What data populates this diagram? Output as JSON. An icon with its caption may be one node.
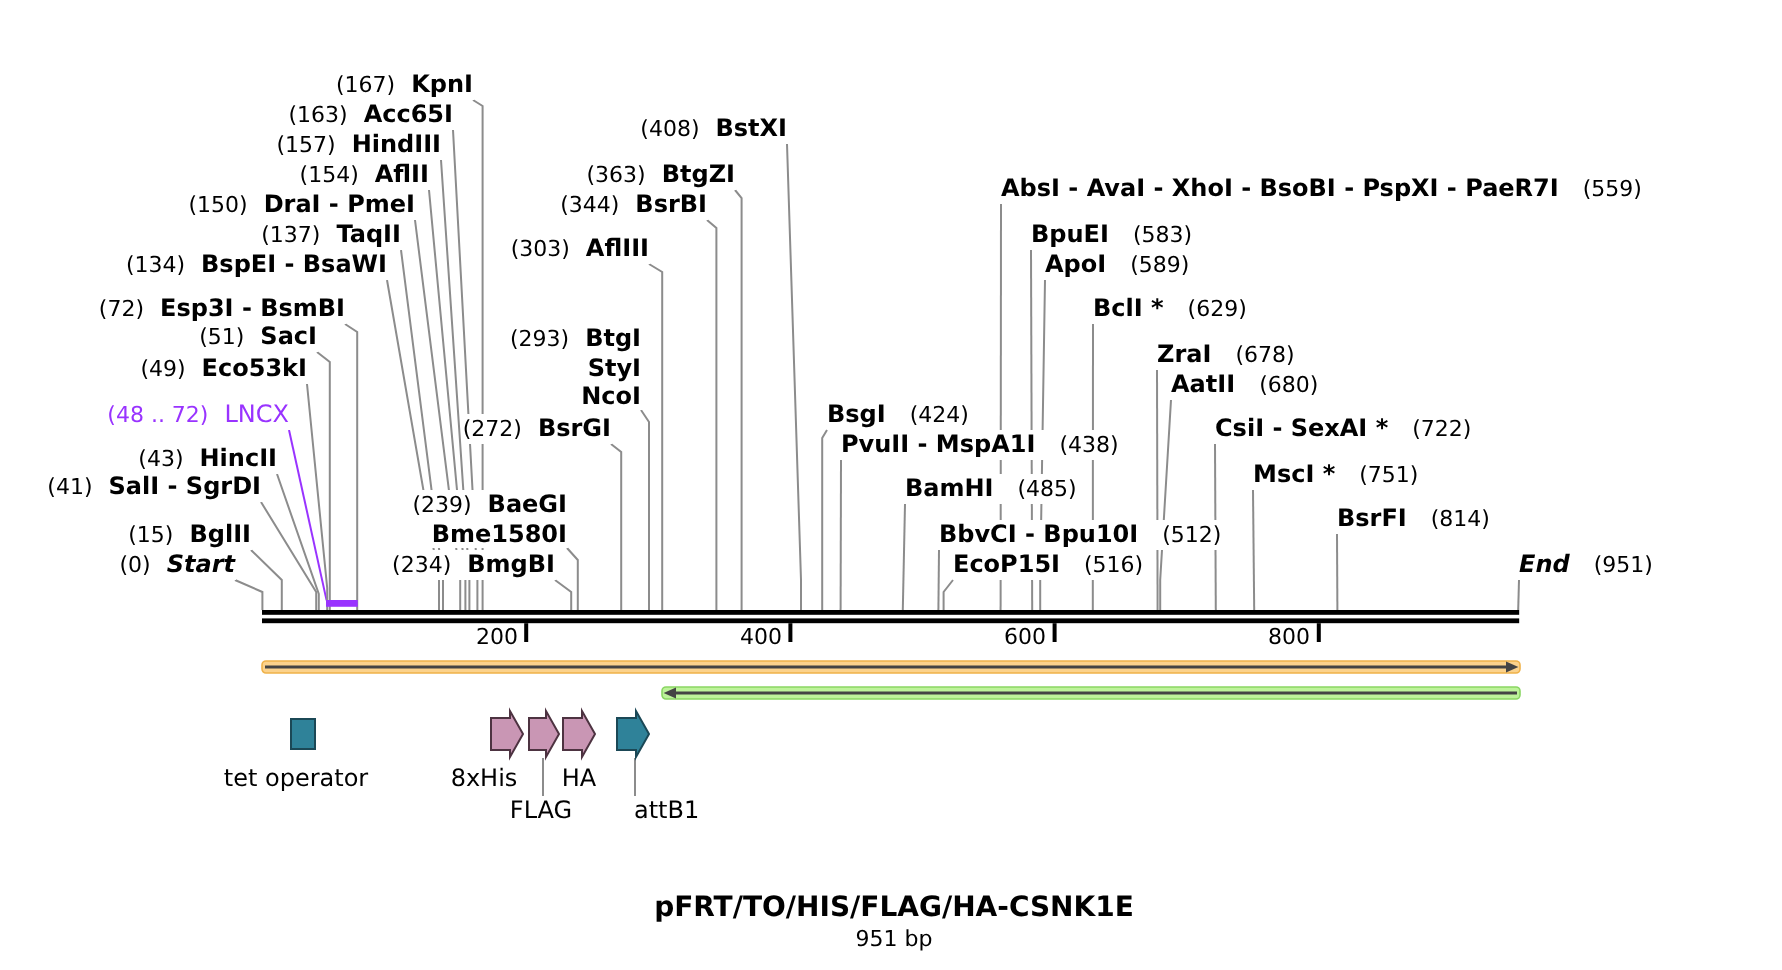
{
  "diagram": {
    "title": "pFRT/TO/HIS/FLAG/HA-CSNK1E",
    "nodes": [
      {
        "text": [
          "(0)",
          "Start"
        ]
      },
      {
        "text": [
          "(15)",
          "BglII"
        ]
      },
      {
        "text": [
          "(41)",
          "SalI - SgrDI"
        ]
      },
      {
        "text": [
          "(43)",
          "HincII"
        ]
      },
      {
        "text": [
          "(48 .. 72)",
          "LNCX"
        ]
      },
      {
        "text": [
          "(49)",
          "Eco53kI"
        ]
      },
      {
        "text": [
          "(51)",
          "SacI"
        ]
      },
      {
        "text": [
          "(72)",
          "Esp3I - BsmBI"
        ]
      },
      {
        "text": [
          "(134)",
          "BspEI - BsaWI"
        ]
      },
      {
        "text": [
          "(137)",
          "TaqII"
        ]
      },
      {
        "text": [
          "(150)",
          "DraI - PmeI"
        ]
      },
      {
        "text": [
          "(154)",
          "AflII"
        ]
      },
      {
        "text": [
          "(157)",
          "HindIII"
        ]
      },
      {
        "text": [
          "(163)",
          "Acc65I"
        ]
      },
      {
        "text": [
          "(167)",
          "KpnI"
        ]
      },
      {
        "text": [
          "(234)",
          "BmgBI"
        ]
      },
      {
        "text": [
          "(239)",
          "BaeGI",
          "Bme1580I"
        ]
      },
      {
        "text": [
          "(272)",
          "BsrGI"
        ]
      },
      {
        "text": [
          "(293)",
          "BtgI",
          "StyI",
          "NcoI"
        ]
      },
      {
        "text": [
          "(303)",
          "AflIII"
        ]
      },
      {
        "text": [
          "(344)",
          "BsrBI"
        ]
      },
      {
        "text": [
          "(363)",
          "BtgZI"
        ]
      },
      {
        "text": [
          "(408)",
          "BstXI"
        ]
      },
      {
        "text": [
          "BsgI",
          "(424)"
        ]
      },
      {
        "text": [
          "PvuII - MspA1I",
          "(438)"
        ]
      },
      {
        "text": [
          "BamHI",
          "(485)"
        ]
      },
      {
        "text": [
          "BbvCI - Bpu10I",
          "(512)"
        ]
      },
      {
        "text": [
          "EcoP15I",
          "(516)"
        ]
      },
      {
        "text": [
          "AbsI - AvaI - XhoI - BsoBI - PspXI - PaeR7I",
          "(559)"
        ]
      },
      {
        "text": [
          "BpuEI",
          "(583)"
        ]
      },
      {
        "text": [
          "ApoI",
          "(589)"
        ]
      },
      {
        "text": [
          "BclI *",
          "(629)"
        ]
      },
      {
        "text": [
          "ZraI",
          "(678)"
        ]
      },
      {
        "text": [
          "AatII",
          "(680)"
        ]
      },
      {
        "text": [
          "CsiI - SexAI *",
          "(722)"
        ]
      },
      {
        "text": [
          "MscI *",
          "(751)"
        ]
      },
      {
        "text": [
          "BsrFI",
          "(814)"
        ]
      },
      {
        "text": [
          "End",
          "(951)"
        ]
      },
      {
        "text": [],
        "shape": "bar"
      },
      {
        "text": [],
        "shape": "bar"
      },
      {
        "text": [],
        "shape": "arrow"
      },
      {
        "text": [],
        "shape": "arrow"
      },
      {
        "text": [],
        "shape": "box"
      },
      {
        "text": [],
        "shape": "arrow"
      },
      {
        "text": [],
        "shape": "arrow"
      },
      {
        "text": [],
        "shape": "arrow"
      },
      {
        "text": [],
        "shape": "arrow"
      },
      {
        "text": [
          "tet operator"
        ]
      },
      {
        "text": [
          "8xHis"
        ]
      },
      {
        "text": [
          "HA"
        ]
      },
      {
        "text": [
          "FLAG"
        ]
      },
      {
        "text": [
          "attB1"
        ]
      }
    ],
    "edges": [
      {
        "from": 0,
        "to": 38,
        "arrow": "none"
      },
      {
        "from": 1,
        "to": 38,
        "arrow": "none"
      },
      {
        "from": 2,
        "to": 38,
        "arrow": "none"
      },
      {
        "from": 3,
        "to": 38,
        "arrow": "none"
      },
      {
        "from": 4,
        "to": 39,
        "arrow": "none",
        "color": "#9933ff"
      },
      {
        "from": 5,
        "to": 38,
        "arrow": "none"
      },
      {
        "from": 6,
        "to": 38,
        "arrow": "none"
      },
      {
        "from": 7,
        "to": 38,
        "arrow": "none"
      },
      {
        "from": 8,
        "to": 38,
        "arrow": "none"
      },
      {
        "from": 9,
        "to": 38,
        "arrow": "none"
      },
      {
        "from": 10,
        "to": 38,
        "arrow": "none"
      },
      {
        "from": 11,
        "to": 38,
        "arrow": "none"
      },
      {
        "from": 12,
        "to": 38,
        "arrow": "none"
      },
      {
        "from": 13,
        "to": 38,
        "arrow": "none"
      },
      {
        "from": 14,
        "to": 38,
        "arrow": "none"
      },
      {
        "from": 15,
        "to": 38,
        "arrow": "none"
      },
      {
        "from": 16,
        "to": 38,
        "arrow": "none"
      },
      {
        "from": 17,
        "to": 38,
        "arrow": "none"
      },
      {
        "from": 18,
        "to": 38,
        "arrow": "none"
      },
      {
        "from": 19,
        "to": 38,
        "arrow": "none"
      },
      {
        "from": 20,
        "to": 38,
        "arrow": "none"
      },
      {
        "from": 21,
        "to": 38,
        "arrow": "none"
      },
      {
        "from": 22,
        "to": 38,
        "arrow": "none"
      },
      {
        "from": 23,
        "to": 38,
        "arrow": "none"
      },
      {
        "from": 24,
        "to": 38,
        "arrow": "none"
      },
      {
        "from": 25,
        "to": 38,
        "arrow": "none"
      },
      {
        "from": 26,
        "to": 38,
        "arrow": "none"
      },
      {
        "from": 27,
        "to": 38,
        "arrow": "none"
      },
      {
        "from": 28,
        "to": 38,
        "arrow": "none"
      },
      {
        "from": 29,
        "to": 38,
        "arrow": "none"
      },
      {
        "from": 30,
        "to": 38,
        "arrow": "none"
      },
      {
        "from": 31,
        "to": 38,
        "arrow": "none"
      },
      {
        "from": 32,
        "to": 38,
        "arrow": "none"
      },
      {
        "from": 33,
        "to": 38,
        "arrow": "none"
      },
      {
        "from": 34,
        "to": 38,
        "arrow": "none"
      },
      {
        "from": 35,
        "to": 38,
        "arrow": "none"
      },
      {
        "from": 36,
        "to": 38,
        "arrow": "none"
      },
      {
        "from": 37,
        "to": 38,
        "arrow": "none"
      },
      {
        "from": 50,
        "to": 44,
        "arrow": "none"
      },
      {
        "from": 51,
        "to": 46,
        "arrow": "none"
      }
    ],
    "labels": [
      "200",
      "400",
      "600",
      "800",
      "951 bp"
    ]
  }
}
